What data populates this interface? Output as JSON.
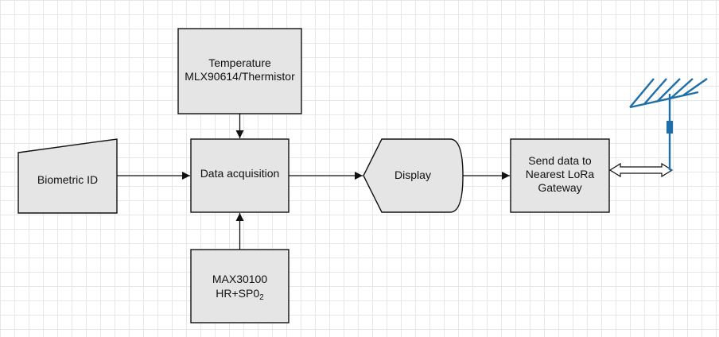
{
  "nodes": {
    "temperature": {
      "line1": "Temperature",
      "line2": "MLX90614/Thermistor"
    },
    "biometric": {
      "label": "Biometric ID"
    },
    "acquisition": {
      "label": "Data acquisition"
    },
    "display": {
      "label": "Display"
    },
    "lora": {
      "line1": "Send data to",
      "line2": "Nearest LoRa",
      "line3": "Gateway"
    },
    "max30100": {
      "line1": "MAX30100",
      "line2": "HR+SP0",
      "line2_sub": "2"
    }
  },
  "edges": [
    {
      "from": "temperature",
      "to": "acquisition"
    },
    {
      "from": "biometric",
      "to": "acquisition"
    },
    {
      "from": "max30100",
      "to": "acquisition"
    },
    {
      "from": "acquisition",
      "to": "display"
    },
    {
      "from": "display",
      "to": "lora"
    },
    {
      "from": "lora",
      "to": "antenna",
      "style": "double-arrow"
    }
  ],
  "colors": {
    "shape_fill": "#e5e5e5",
    "stroke": "#111111",
    "antenna": "#1e6fa8",
    "grid": "#e7e7e7"
  },
  "icons": {
    "antenna": "yagi-antenna-icon"
  }
}
